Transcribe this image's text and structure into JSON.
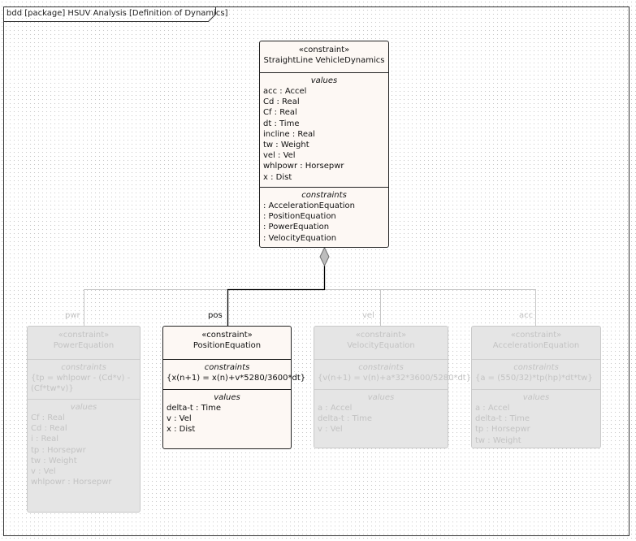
{
  "frame": {
    "label": "bdd [package] HSUV Analysis [Definition of Dynamics]"
  },
  "blocks": {
    "straightline": {
      "stereotype": "«constraint»",
      "name": "StraightLine VehicleDynamics",
      "values_title": "values",
      "values": [
        "acc : Accel",
        "Cd : Real",
        "Cf : Real",
        "dt : Time",
        "incline : Real",
        "tw : Weight",
        "vel : Vel",
        "whlpowr : Horsepwr",
        "x : Dist"
      ],
      "constraints_title": "constraints",
      "constraints": [
        ": AccelerationEquation",
        ": PositionEquation",
        ": PowerEquation",
        ": VelocityEquation"
      ]
    },
    "power": {
      "stereotype": "«constraint»",
      "name": "PowerEquation",
      "constraints_title": "constraints",
      "constraint": "{tp = whlpowr - (Cd*v) - (Cf*tw*v)}",
      "values_title": "values",
      "values": [
        "Cf : Real",
        "Cd : Real",
        "i : Real",
        "tp : Horsepwr",
        "tw : Weight",
        "v : Vel",
        "whlpowr : Horsepwr"
      ]
    },
    "position": {
      "stereotype": "«constraint»",
      "name": "PositionEquation",
      "constraints_title": "constraints",
      "constraint": "{x(n+1) = x(n)+v*5280/3600*dt}",
      "values_title": "values",
      "values": [
        "delta-t : Time",
        "v : Vel",
        "x : Dist"
      ]
    },
    "velocity": {
      "stereotype": "«constraint»",
      "name": "VelocityEquation",
      "constraints_title": "constraints",
      "constraint": "{v(n+1) = v(n)+a*32*3600/5280*dt}",
      "values_title": "values",
      "values": [
        "a : Accel",
        "delta-t : Time",
        "v : Vel"
      ]
    },
    "acceleration": {
      "stereotype": "«constraint»",
      "name": "AccelerationEquation",
      "constraints_title": "constraints",
      "constraint": "{a = (550/32)*tp(hp)*dt*tw}",
      "values_title": "values",
      "values": [
        "a : Accel",
        "delta-t : Time",
        "tp : Horsepwr",
        "tw : Weight"
      ]
    }
  },
  "roles": {
    "pwr": "pwr",
    "pos": "pos",
    "vel": "vel",
    "acc": "acc"
  }
}
